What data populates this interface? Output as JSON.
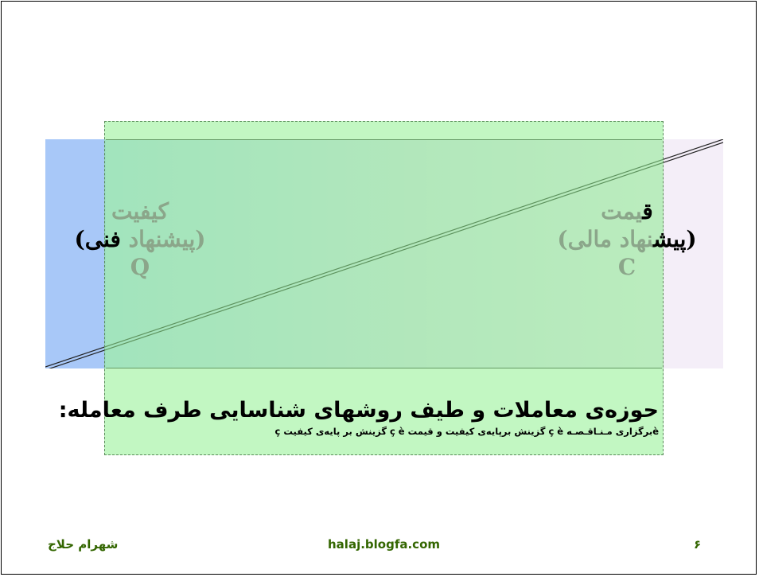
{
  "quality": {
    "title": "کیفیت",
    "subtitle_part1": "(پیشنهاد",
    "subtitle_part2": " فنی)",
    "letter": "Q"
  },
  "price": {
    "title_part1": "ق",
    "title_part2": "یمت",
    "subtitle_part1": "(پیش",
    "subtitle_part2": "نهاد مالی)",
    "letter": "C"
  },
  "heading": {
    "main": "حوزه‌ی معاملات و طیف روشهای شناسایی طرف معامله:",
    "sub": "èبرگزاری مـنـاقـصـه  ç  è گزینش برپایه‌ی کیفیت و قیمت  ç  è گزینش بر پایه‌ی کیفیت ç"
  },
  "footer": {
    "author": "شهرام حلاج",
    "url": "halaj.blogfa.com",
    "page_number": "۶"
  },
  "colors": {
    "quality_panel": "#a8c8f8",
    "price_panel": "#f4eef8",
    "overlay": "#90f090",
    "label_dim": "#8ba68a",
    "footer": "#336600"
  }
}
